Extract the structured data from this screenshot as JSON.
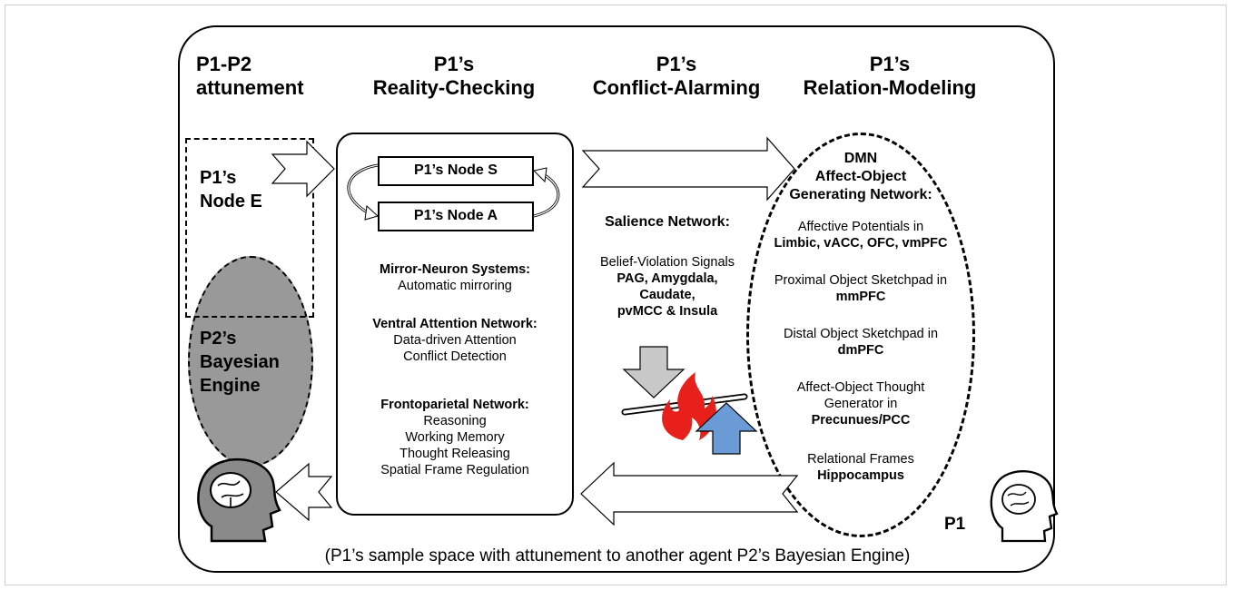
{
  "headers": {
    "attunement": [
      "P1-P2",
      "attunement"
    ],
    "reality_checking": [
      "P1’s",
      "Reality-Checking"
    ],
    "conflict_alarming": [
      "P1’s",
      "Conflict-Alarming"
    ],
    "relation_modeling": [
      "P1’s",
      "Relation-Modeling"
    ]
  },
  "node_e": [
    "P1’s",
    "Node E"
  ],
  "p2_engine": [
    "P2’s",
    "Bayesian",
    "Engine"
  ],
  "reality_box": {
    "node_s": "P1’s Node S",
    "node_a": "P1’s Node A",
    "mirror_title": "Mirror-Neuron Systems:",
    "mirror_items": [
      "Automatic mirroring"
    ],
    "van_title": "Ventral Attention Network:",
    "van_items": [
      "Data-driven Attention",
      "Conflict Detection"
    ],
    "fpn_title": "Frontoparietal Network:",
    "fpn_items": [
      "Reasoning",
      "Working Memory",
      "Thought Releasing",
      "Spatial Frame Regulation"
    ]
  },
  "salience": {
    "title": "Salience Network:",
    "signals_label": "Belief-Violation Signals",
    "regions": [
      "PAG, Amygdala,",
      "Caudate,",
      "pvMCC & Insula"
    ]
  },
  "dmn": {
    "title": [
      "DMN",
      "Affect-Object",
      "Generating Network:"
    ],
    "affective_label": "Affective Potentials in",
    "affective_regions": "Limbic, vACC, OFC, vmPFC",
    "proximal_label": "Proximal Object Sketchpad in",
    "proximal_region": "mmPFC",
    "distal_label": "Distal Object Sketchpad in",
    "distal_region": "dmPFC",
    "generator_label": [
      "Affect-Object Thought",
      "Generator in"
    ],
    "generator_region": "Precunues/PCC",
    "relational_label": "Relational Frames",
    "relational_region": "Hippocampus"
  },
  "p1_label": "P1",
  "caption": "(P1’s sample space with attunement to another agent P2’s Bayesian Engine)",
  "colors": {
    "down_arrow": "#c8c8c8",
    "up_arrow": "#6b9bd6",
    "flame": "#e8201b",
    "p2_ellipse": "#999999",
    "head_fill": "#8a8a8a"
  },
  "icons": [
    "brain-head-icon",
    "flame-icon",
    "arrow-down-icon",
    "arrow-up-icon"
  ]
}
